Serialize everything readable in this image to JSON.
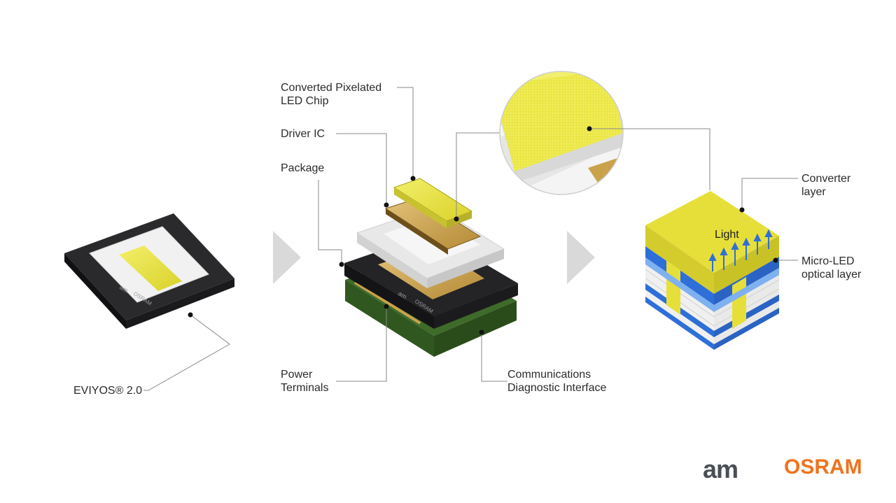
{
  "labels": {
    "converted_chip": "Converted Pixelated\nLED Chip",
    "driver_ic": "Driver IC",
    "package": "Package",
    "power_terminals": "Power\nTerminals",
    "comm_interface": "Communications\nDiagnostic Interface",
    "eviyos": "EVIYOS® 2.0",
    "converter_layer": "Converter\nlayer",
    "micro_led": "Micro-LED\noptical layer",
    "light": "Light"
  },
  "chip_markings": {
    "am": "am",
    "osram": "OSRAM"
  },
  "logo": {
    "am": "am",
    "osram": "OSRAM"
  },
  "colors": {
    "yellow": "#e8e23a",
    "blue": "#2e6fd8",
    "black": "#1d1d1f",
    "pcb_green": "#3e6b2a",
    "gold": "#c9a24a",
    "osram_orange": "#f0731e",
    "arrow_gray": "#d9d9d9",
    "leader_gray": "#8a8a8a"
  },
  "icons": [
    "chevron-right-icon",
    "light-arrow-icon"
  ]
}
